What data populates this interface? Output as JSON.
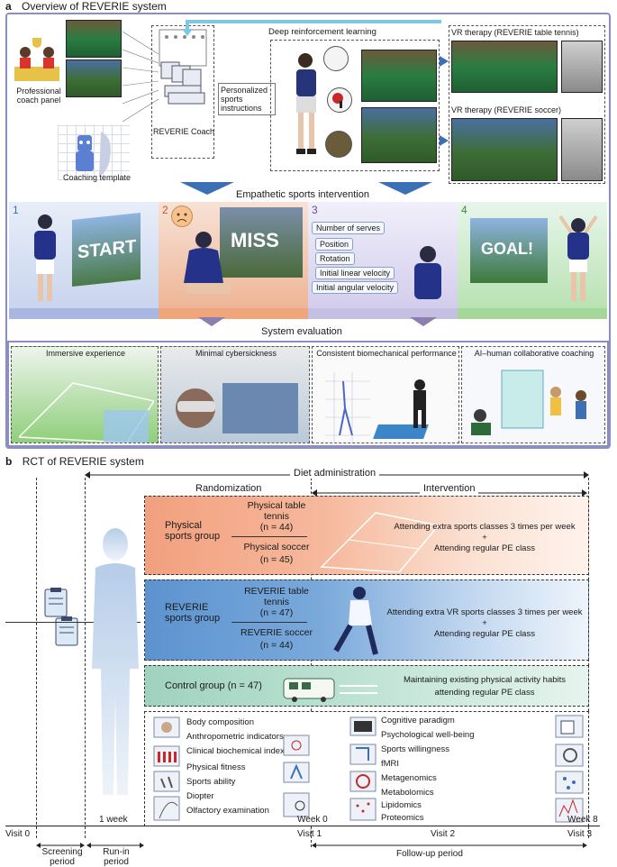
{
  "panel_a": {
    "letter": "a",
    "title": "Overview of REVERIE system",
    "coach_panel": "Professional coach panel",
    "coaching_template": "Coaching template",
    "reverie_coach": "REVERIE Coach",
    "personalized_instructions": "Personalized sports instructions",
    "deep_rl": "Deep reinforcement learning",
    "vr_table_tennis": "VR therapy (REVERIE table tennis)",
    "vr_soccer": "VR therapy (REVERIE soccer)",
    "empathetic": "Empathetic sports intervention",
    "steps": [
      "1",
      "2",
      "3",
      "4"
    ],
    "scene_texts": {
      "start": "START",
      "miss": "MISS",
      "goal": "GOAL!"
    },
    "params": [
      "Number of serves",
      "Position",
      "Rotation",
      "Initial linear velocity",
      "Initial angular velocity"
    ],
    "system_evaluation": "System evaluation",
    "eval_items": [
      "Immersive experience",
      "Minimal cybersickness",
      "Consistent biomechanical performance",
      "AI–human collaborative coaching"
    ]
  },
  "panel_b": {
    "letter": "b",
    "title": "RCT of REVERIE system",
    "diet": "Diet administration",
    "randomization": "Randomization",
    "intervention": "Intervention",
    "physical_group": "Physical sports group",
    "physical_tt": "Physical table tennis",
    "physical_tt_n": "(n = 44)",
    "physical_soccer": "Physical soccer",
    "physical_soccer_n": "(n = 45)",
    "physical_desc1": "Attending extra sports classes 3 times per week",
    "plus": "+",
    "physical_desc2": "Attending regular PE class",
    "reverie_group": "REVERIE sports group",
    "reverie_tt": "REVERIE table tennis",
    "reverie_tt_n": "(n = 47)",
    "reverie_soccer": "REVERIE soccer",
    "reverie_soccer_n": "(n = 44)",
    "reverie_desc1": "Attending extra VR sports classes 3 times per week",
    "reverie_desc2": "Attending regular PE class",
    "control_group": "Control group (n = 47)",
    "control_desc1": "Maintaining existing physical activity habits",
    "control_desc2": "attending regular PE class",
    "measures_left": [
      "Body composition",
      "Anthropometric indicators",
      "Clinical biochemical indexes",
      "Physical fitness",
      "Sports ability",
      "Diopter",
      "Olfactory examination"
    ],
    "measures_right": [
      "Cognitive paradigm",
      "Psychological well-being",
      "Sports willingness",
      "fMRI",
      "Metagenomics",
      "Metabolomics",
      "Lipidomics",
      "Proteomics"
    ],
    "timeline": {
      "visit0": "Visit 0",
      "one_week": "1 week",
      "week0": "Week 0",
      "visit1": "Visit 1",
      "visit2": "Visit 2",
      "week8": "Week 8",
      "visit3": "Visit 3",
      "screening": "Screening period",
      "runin": "Run-in period",
      "followup": "Follow-up period"
    }
  },
  "colors": {
    "frame": "#8a8fbf",
    "physical": "#f2a07e",
    "reverie": "#5c93cf",
    "control": "#9fd2bf",
    "arrow_blue": "#3b6fb6",
    "step1": "#a9b6df",
    "step2": "#f0a67c",
    "step3": "#c5bfe3",
    "step4": "#a6d79a"
  }
}
